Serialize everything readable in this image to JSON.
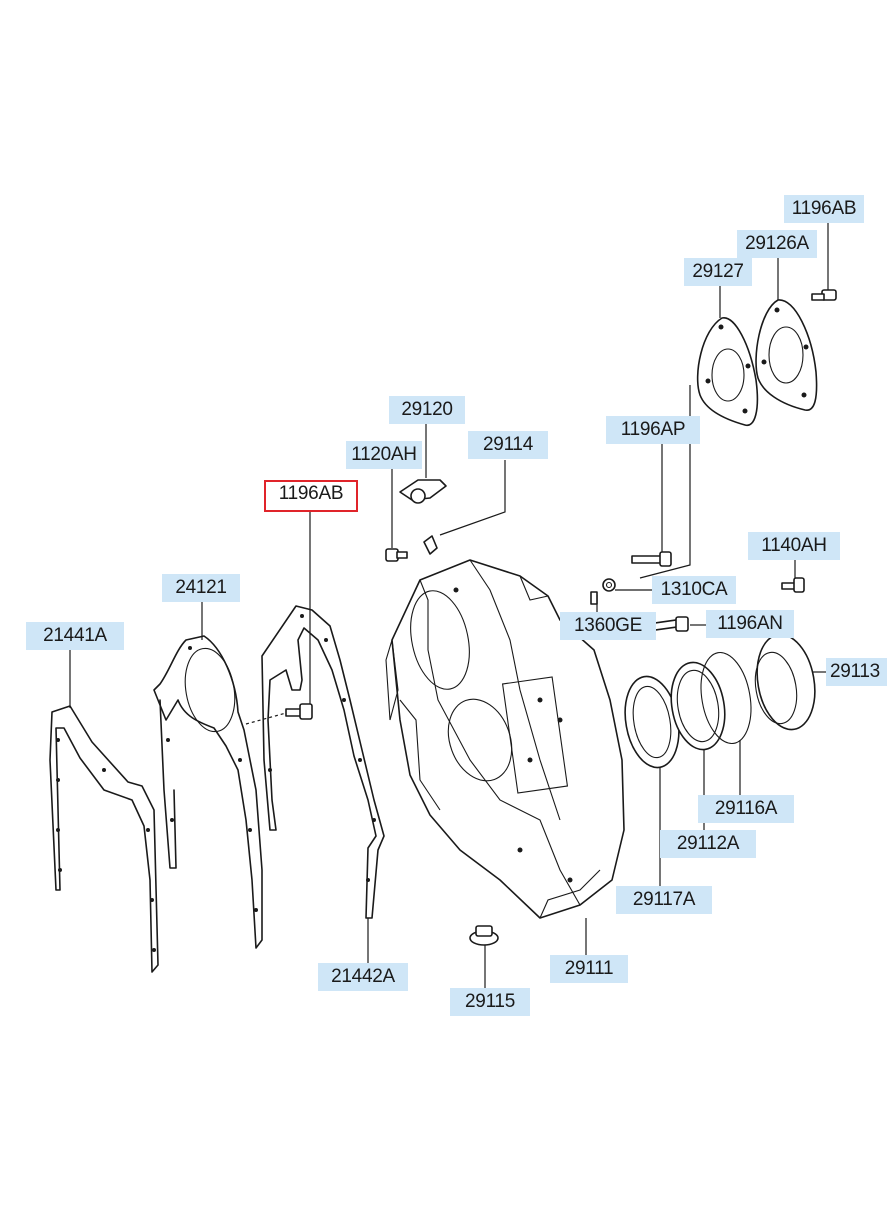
{
  "diagram": {
    "part_labels": [
      {
        "code": "1196AB"
      },
      {
        "code": "29126A"
      },
      {
        "code": "29127"
      },
      {
        "code": "29120"
      },
      {
        "code": "29114"
      },
      {
        "code": "1120AH"
      },
      {
        "code": "1196AP"
      },
      {
        "code": "1196AB",
        "selected": true
      },
      {
        "code": "1140AH"
      },
      {
        "code": "24121"
      },
      {
        "code": "1310CA"
      },
      {
        "code": "21441A"
      },
      {
        "code": "1360GE"
      },
      {
        "code": "1196AN"
      },
      {
        "code": "29113"
      },
      {
        "code": "29116A"
      },
      {
        "code": "29112A"
      },
      {
        "code": "29117A"
      },
      {
        "code": "29111"
      },
      {
        "code": "21442A"
      },
      {
        "code": "29115"
      }
    ]
  },
  "colors": {
    "label_background": "#cfe6f7",
    "selected_border": "#e0242a",
    "line": "#1a1a1a"
  }
}
